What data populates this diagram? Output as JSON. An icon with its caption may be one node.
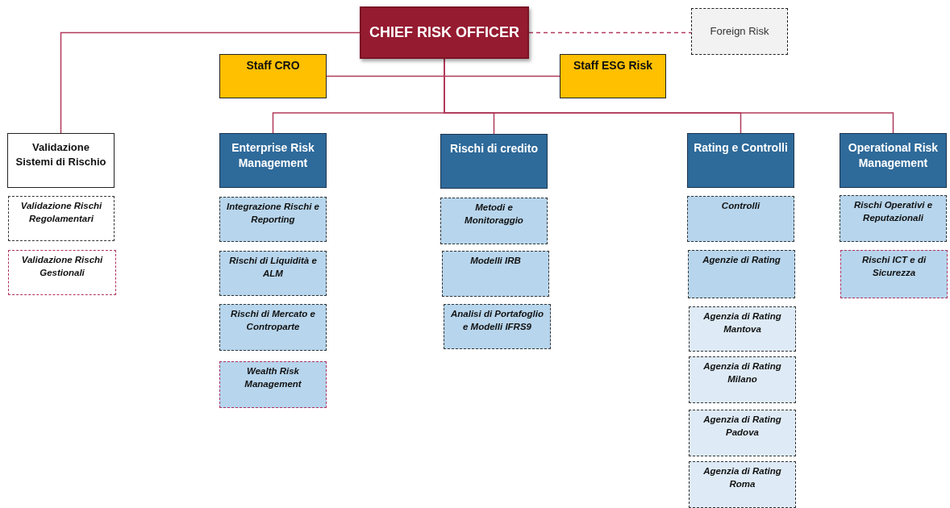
{
  "diagram": {
    "nodes": [
      {
        "text": [
          "CHIEF RISK OFFICER"
        ]
      },
      {
        "text": [
          "Foreign Risk"
        ]
      },
      {
        "text": [
          "Staff CRO"
        ]
      },
      {
        "text": [
          "Staff ESG Risk"
        ]
      },
      {
        "text": [
          "Validazione Sistemi di Rischio"
        ]
      },
      {
        "text": [
          "Enterprise Risk Management"
        ]
      },
      {
        "text": [
          "Rischi di credito"
        ]
      },
      {
        "text": [
          "Rating e Controlli"
        ]
      },
      {
        "text": [
          "Operational Risk Management"
        ]
      },
      {
        "text": [
          "Validazione Rischi Regolamentari"
        ]
      },
      {
        "text": [
          "Validazione Rischi Gestionali"
        ]
      },
      {
        "text": [
          "Integrazione Rischi e Reporting"
        ]
      },
      {
        "text": [
          "Rischi di Liquidità e ALM"
        ]
      },
      {
        "text": [
          "Rischi di Mercato e Controparte"
        ]
      },
      {
        "text": [
          "Wealth Risk Management"
        ]
      },
      {
        "text": [
          "Metodi e Monitoraggio"
        ]
      },
      {
        "text": [
          "Modelli IRB"
        ]
      },
      {
        "text": [
          "Analisi di Portafoglio e Modelli IFRS9"
        ]
      },
      {
        "text": [
          "Controlli"
        ]
      },
      {
        "text": [
          "Agenzie di Rating"
        ]
      },
      {
        "text": [
          "Agenzia di Rating Mantova"
        ]
      },
      {
        "text": [
          "Agenzia di Rating Milano"
        ]
      },
      {
        "text": [
          "Agenzia di Rating Padova"
        ]
      },
      {
        "text": [
          "Agenzia di Rating Roma"
        ]
      },
      {
        "text": [
          "Rischi Operativi e Reputazionali"
        ]
      },
      {
        "text": [
          "Rischi ICT e di Sicurezza"
        ]
      }
    ],
    "edges": [
      {
        "from": 0,
        "to": 1,
        "arrow": "none",
        "style": "dashed"
      },
      {
        "from": 0,
        "to": 4,
        "arrow": "none"
      },
      {
        "from": 0,
        "to": 2,
        "arrow": "none"
      },
      {
        "from": 0,
        "to": 3,
        "arrow": "none"
      },
      {
        "from": 0,
        "to": 5,
        "arrow": "none"
      },
      {
        "from": 0,
        "to": 6,
        "arrow": "none"
      },
      {
        "from": 0,
        "to": 7,
        "arrow": "none"
      },
      {
        "from": 0,
        "to": 8,
        "arrow": "none"
      }
    ]
  }
}
